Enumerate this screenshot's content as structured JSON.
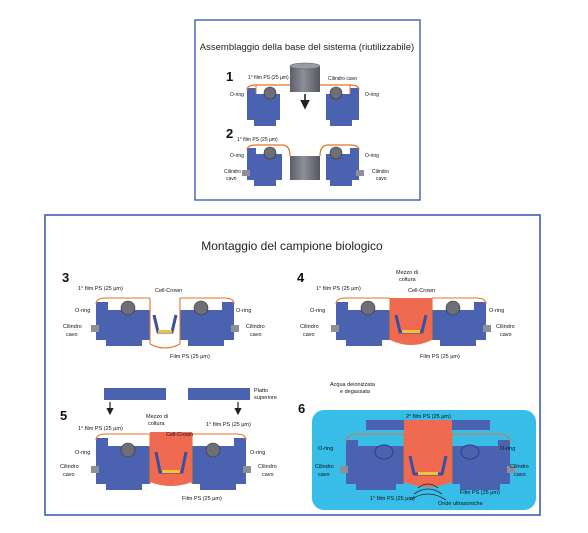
{
  "top_panel": {
    "title": "Assemblaggio della base del sistema (riutilizzabile)",
    "step1": {
      "number": "1",
      "film": "1° film PS (25 µm)",
      "cylinder": "Cilindro cavo",
      "oring_left": "O-ring",
      "oring_right": "O-ring"
    },
    "step2": {
      "number": "2",
      "film": "1° film PS (25 µm)",
      "oring_left": "O-ring",
      "oring_right": "O-ring",
      "cyl_left_1": "Cilindro",
      "cyl_left_2": "cavo",
      "cyl_right_1": "Cilindro",
      "cyl_right_2": "cavo"
    }
  },
  "bottom_panel": {
    "title": "Montaggio del campione biologico",
    "step3": {
      "number": "3",
      "film1": "1° film PS (25 µm)",
      "cellcrown": "Cell-Crown",
      "oring_left": "O-ring",
      "oring_right": "O-ring",
      "cyl_left_1": "Cilindro",
      "cyl_left_2": "cavo",
      "cyl_right_1": "Cilindro",
      "cyl_right_2": "cavo",
      "film_bottom": "Film PS (25 µm)"
    },
    "step4": {
      "number": "4",
      "medium_1": "Mezzo di",
      "medium_2": "coltura",
      "film1": "1° film PS (25 µm)",
      "cellcrown": "Cell-Crown",
      "oring_left": "O-ring",
      "oring_right": "O-ring",
      "cyl_left_1": "Cilindro",
      "cyl_left_2": "cavo",
      "cyl_right_1": "Cilindro",
      "cyl_right_2": "cavo",
      "film_bottom": "Film PS (25 µm)"
    },
    "step5": {
      "number": "5",
      "plate_1": "Piatto",
      "plate_2": "superiore",
      "medium_1": "Mezzo di",
      "medium_2": "coltura",
      "film1_left": "1° film PS (25 µm)",
      "film1_right": "1° film PS (25 µm)",
      "cellcrown": "Cell-Crown",
      "oring_left": "O-ring",
      "oring_right": "O-ring",
      "cyl_left_1": "Cilindro",
      "cyl_left_2": "cavo",
      "cyl_right_1": "Cilindro",
      "cyl_right_2": "cavo",
      "film_bottom": "Film PS (25 µm)"
    },
    "step6": {
      "number": "6",
      "water_1": "Acqua deionizzata",
      "water_2": "e degassata",
      "film2": "2° film PS (25 µm)",
      "oring_left": "O-ring",
      "oring_right": "O-ring",
      "cyl_left_1": "Cilindro",
      "cyl_left_2": "cavo",
      "cyl_right_1": "Cilindro",
      "cyl_right_2": "cavo",
      "film_ps": "Film PS (25 µm)",
      "film1": "1° film PS (25 µm)",
      "waves": "Onde ultrasoniche"
    }
  },
  "colors": {
    "block": "#4a62b0",
    "block_dark": "#2e3f80",
    "oring": "#6e6e76",
    "film": "#e0742a",
    "medium": "#f06a52",
    "water": "#37bde8",
    "border": "#3f5fb5",
    "arrow": "#222222"
  }
}
